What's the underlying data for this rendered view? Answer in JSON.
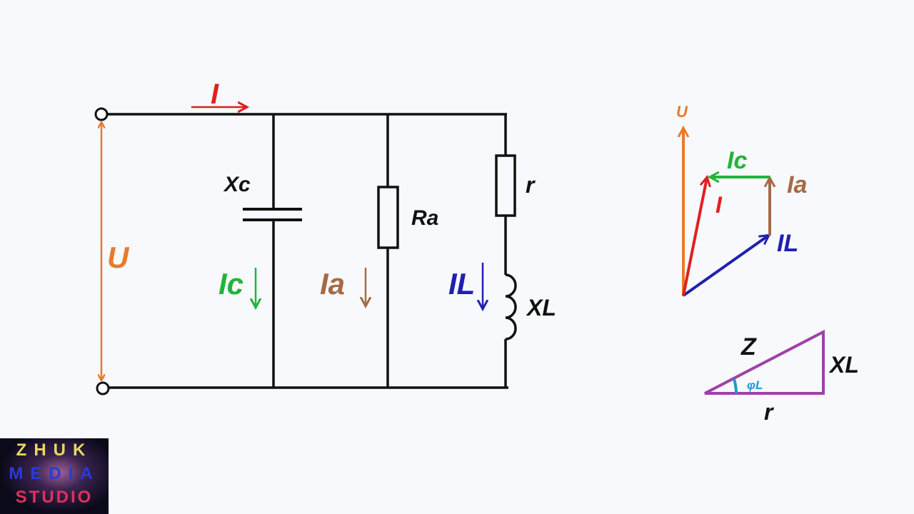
{
  "circuit": {
    "current_total": "I",
    "voltage": "U",
    "capacitor": "Xc",
    "capacitor_current": "Ic",
    "resistor": "Ra",
    "resistor_current": "Ia",
    "coil_resistor": "r",
    "inductor": "XL",
    "inductor_current": "IL"
  },
  "phasor": {
    "U": "U",
    "Ic": "Ic",
    "Ia": "Ia",
    "I": "I",
    "IL": "IL"
  },
  "triangle": {
    "hyp": "Z",
    "opp": "XL",
    "adj": "r",
    "angle": "φL"
  },
  "logo": {
    "line1": "ZHUK",
    "line2": "MEDIA",
    "line3": "STUDIO"
  },
  "colors": {
    "U": "#e87b2a",
    "I": "#e02020",
    "Ic": "#22b43a",
    "Ia": "#a66a45",
    "IL": "#2020b0",
    "triangle": "#a040a8",
    "angle": "#1a9ad0"
  }
}
